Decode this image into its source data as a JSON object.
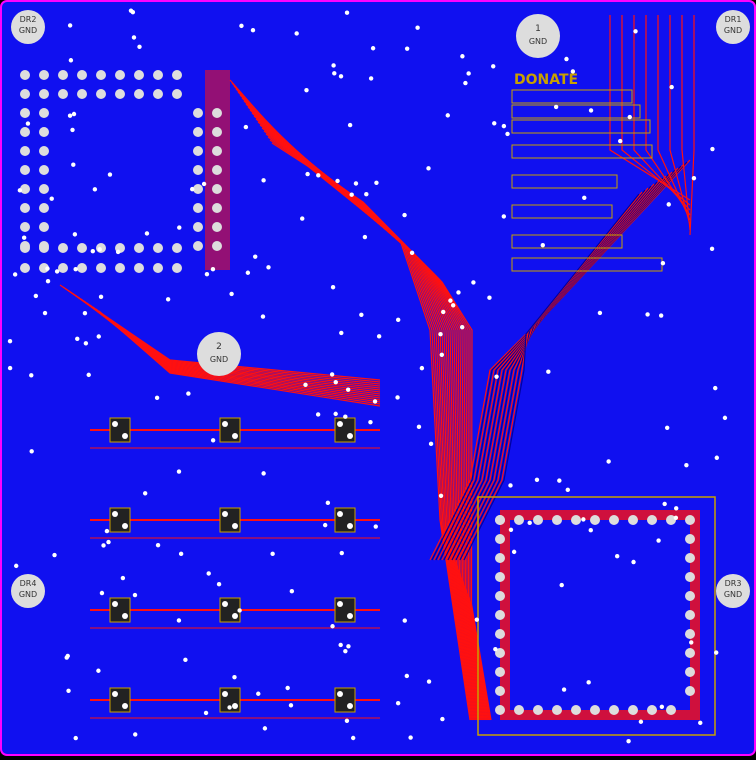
{
  "colors": {
    "board_fill": "#1010f0",
    "board_edge": "#ff00ff",
    "trace_top": "#ff1010",
    "trace_bottom": "#0000a0",
    "copper_pad": "#dddddd",
    "silkscreen": "#c8a000",
    "via": "#ffffff"
  },
  "holes": {
    "dr2": {
      "line1": "DR2",
      "line2": "GND"
    },
    "dr1": {
      "line1": "DR1",
      "line2": "GND"
    },
    "dr4": {
      "line1": "DR4",
      "line2": "GND"
    },
    "dr3": {
      "line1": "DR3",
      "line2": "GND"
    },
    "h1": {
      "line1": "1",
      "line2": "GND"
    },
    "h2": {
      "line1": "2",
      "line2": "GND"
    }
  },
  "silk_label": "DONATE"
}
